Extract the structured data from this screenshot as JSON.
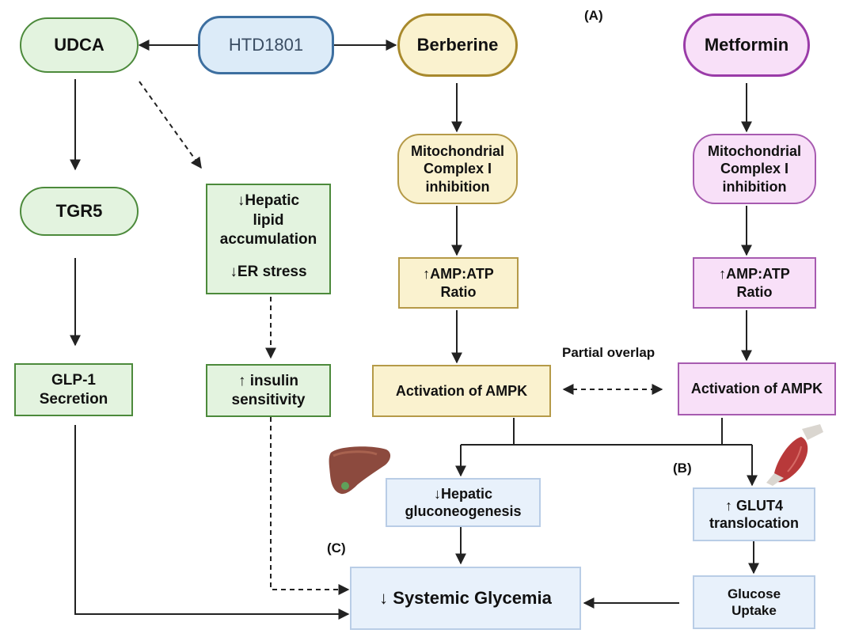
{
  "nodes": {
    "htd1801": "HTD1801",
    "udca": "UDCA",
    "berberine": "Berberine",
    "metformin": "Metformin",
    "tgr5": "TGR5",
    "glp1": [
      "GLP-1",
      "Secretion"
    ],
    "hepatic_lipid": [
      "↓Hepatic",
      "lipid",
      "accumulation"
    ],
    "er_stress": "↓ER stress",
    "insulin_sens": [
      "↑ insulin",
      "sensitivity"
    ],
    "ber_mito": [
      "Mitochondrial",
      "Complex I",
      "inhibition"
    ],
    "met_mito": [
      "Mitochondrial",
      "Complex I",
      "inhibition"
    ],
    "ber_amp": [
      "↑AMP:ATP",
      "Ratio"
    ],
    "met_amp": [
      "↑AMP:ATP",
      "Ratio"
    ],
    "ber_ampk": "Activation of AMPK",
    "met_ampk": "Activation of AMPK",
    "gluconeo": [
      "↓Hepatic",
      "gluconeogenesis"
    ],
    "glut4": [
      "↑ GLUT4",
      "translocation"
    ],
    "glucose_uptake": [
      "Glucose",
      "Uptake"
    ],
    "systemic": "↓ Systemic Glycemia"
  },
  "labels": {
    "panel_a": "(A)",
    "panel_b": "(B)",
    "panel_c": "(C)",
    "partial_overlap": "Partial overlap"
  },
  "icons": [
    "liver-icon",
    "muscle-icon"
  ],
  "colors": {
    "green_fill": "#e3f3df",
    "green_border": "#4c8a3b",
    "yellow_fill": "#faf2cf",
    "yellow_border": "#b59a48",
    "purple_fill": "#f8e0f8",
    "purple_border": "#a75bb0",
    "blue_fill": "#e8f1fb",
    "htd_border": "#3d6fa0"
  }
}
